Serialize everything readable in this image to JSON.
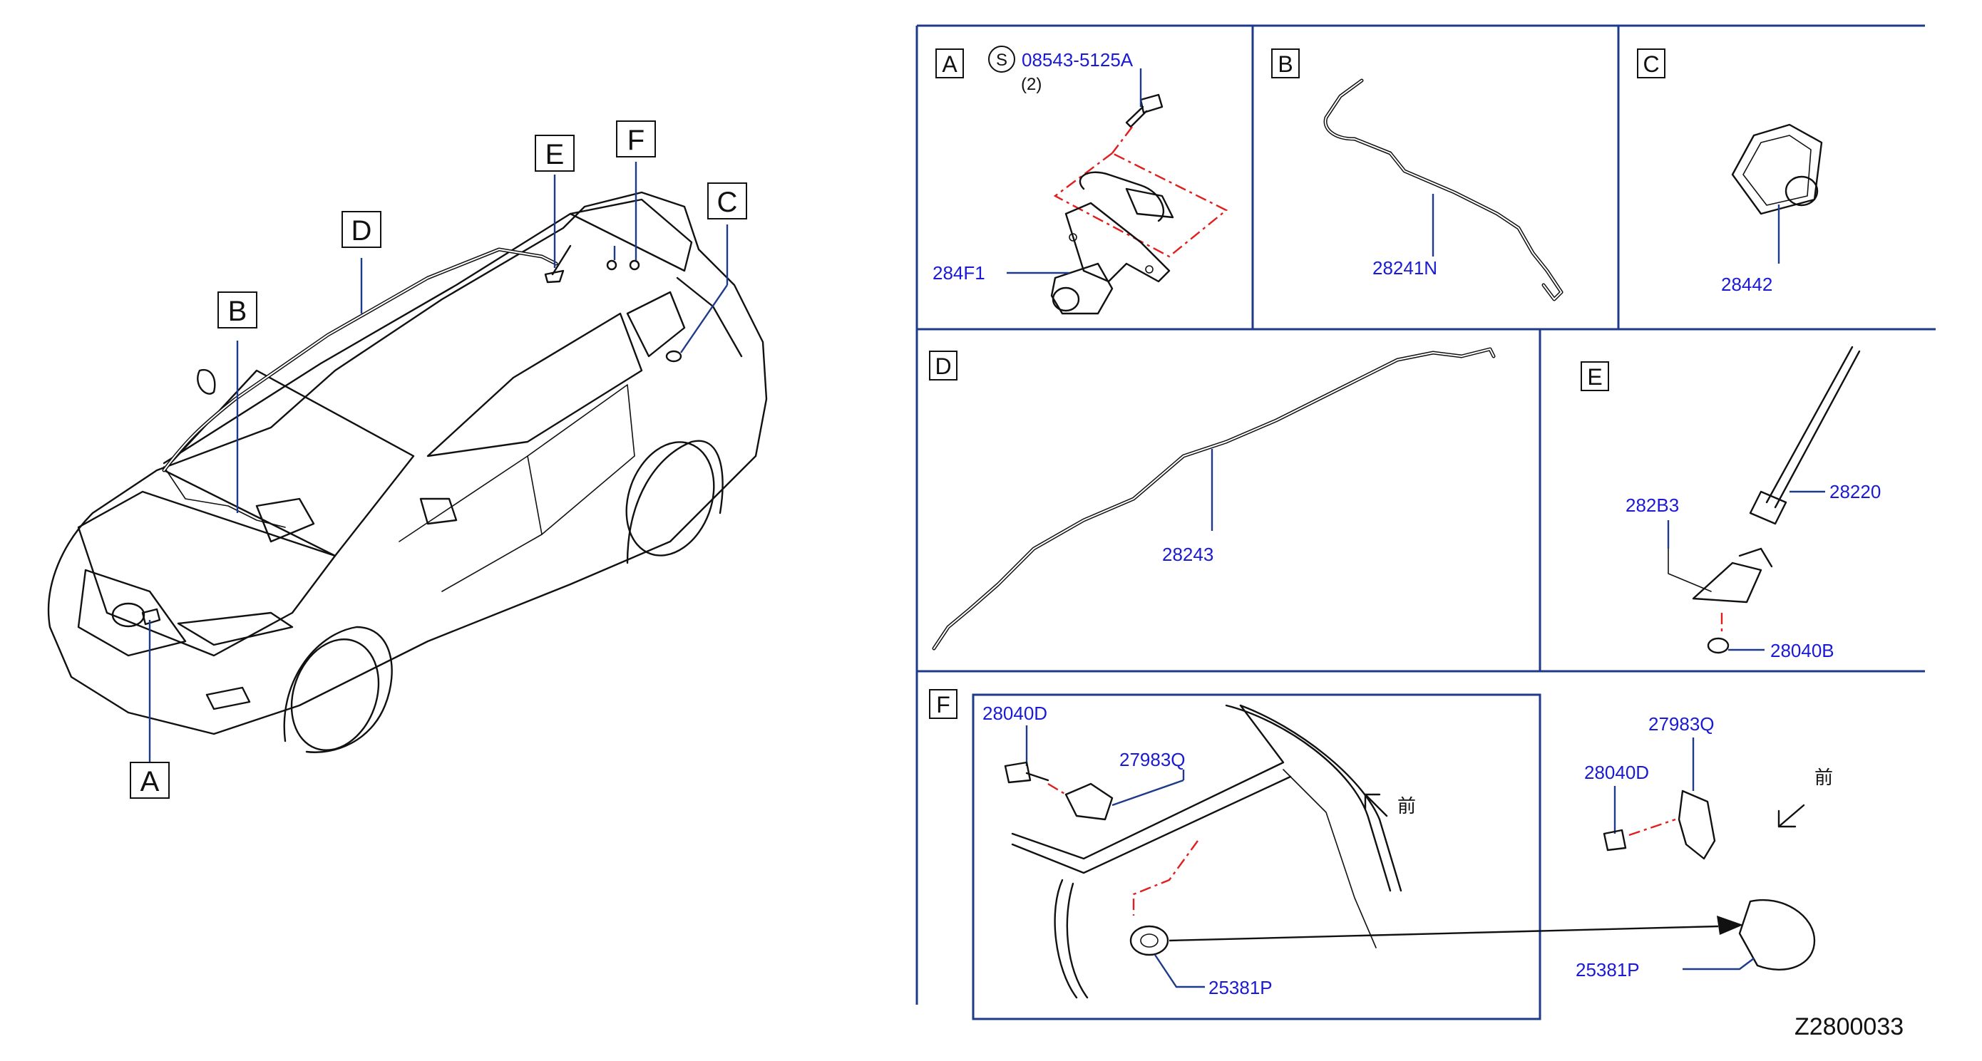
{
  "diagram_code": "Z2800033",
  "car_callouts": {
    "a": "A",
    "b": "B",
    "c": "C",
    "d": "D",
    "e": "E",
    "f": "F"
  },
  "panels": {
    "a": {
      "letter": "A",
      "service_symbol": "S",
      "bolt_part": "08543-5125A",
      "bolt_qty": "(2)",
      "camera_part": "284F1"
    },
    "b": {
      "letter": "B",
      "harness_part": "28241N"
    },
    "c": {
      "letter": "C",
      "camera_part": "28442"
    },
    "d": {
      "letter": "D",
      "harness_part": "28243"
    },
    "e": {
      "letter": "E",
      "antenna_rod_part": "28220",
      "antenna_base_part": "282B3",
      "nut_part": "28040B"
    },
    "f": {
      "letter": "F",
      "inset_bolt_part": "28040D",
      "inset_sensor_part": "27983Q",
      "inset_grommet_part": "25381P",
      "front_mark": "前",
      "detail_sensor_part": "27983Q",
      "detail_bolt_part": "28040D",
      "detail_grommet_part": "25381P",
      "detail_front_mark": "前"
    }
  },
  "colors": {
    "part_number": "#1a1ad6",
    "leader_line": "#1e3a8a",
    "frame": "#1e3a8a",
    "dash_line": "#e11d1d",
    "outline": "#111111"
  }
}
